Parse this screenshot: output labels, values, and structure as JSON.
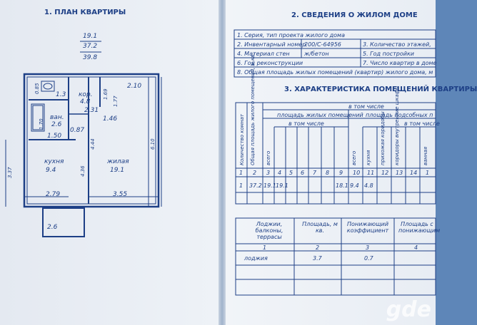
{
  "left": {
    "title": "1. ПЛАН КВАРТИРЫ",
    "area_top": "19.1",
    "area_mid": "37.2",
    "area_bot": "39.8",
    "dims": [
      "0.85",
      "1.3",
      "1.70",
      "1.50",
      "0.87",
      "1.69",
      "1.77",
      "2.10",
      "2.31",
      "1.46",
      "6.10",
      "4.44",
      "4.36",
      "3.37",
      "2.79",
      "3.55",
      "2.6"
    ],
    "rooms": {
      "kor_name": "кор.",
      "kor_area": "4.8",
      "ban_name": "ван.",
      "ban_area": "2.6",
      "kitchen_name": "кухня",
      "kitchen_area": "9.4",
      "living_name": "жилая",
      "living_area": "19.1"
    }
  },
  "right": {
    "section2_title": "2. СВЕДЕНИЯ О ЖИЛОМ ДОМЕ",
    "info": [
      {
        "label": "1. Серия, тип проекта жилого дома",
        "value": "",
        "label2": "",
        "value2": ""
      },
      {
        "label": "2. Инвентарный номер",
        "value": "200/С-64956",
        "label2": "3. Количество этажей,",
        "value2": ""
      },
      {
        "label": "4. Материал стен",
        "value": "ж/бетон",
        "label2": "5. Год постройки",
        "value2": ""
      },
      {
        "label": "6. Год реконструкции",
        "value": "",
        "label2": "7. Число квартир в доме",
        "value2": ""
      },
      {
        "label": "8. Общая площадь жилых помещений (квартир) жилого дома, м",
        "value": "",
        "label2": "",
        "value2": ""
      }
    ],
    "section3_title": "3. ХАРАКТЕРИСТИКА ПОМЕЩЕНИЙ КВАРТИРЫ",
    "t3": {
      "h_rooms": "Количество комнат",
      "h_total": "Общая площадь жилого помещения, м кв.",
      "h_incl": "в том числе",
      "h_living": "площадь жилых помещений",
      "h_incl2": "в том числе",
      "h_vsego": "всего",
      "h_aux": "площадь подсобных п",
      "h_incl3": "в том числе",
      "h_vsego2": "всего",
      "h_kitchen": "кухня",
      "h_hall": "прихожая коридоры",
      "h_closet": "коридоры внутренние шкафы",
      "h_bath": "ванная",
      "colnums": [
        "1",
        "2",
        "3",
        "4",
        "5",
        "6",
        "7",
        "8",
        "9",
        "10",
        "11",
        "12",
        "13",
        "14",
        "1"
      ],
      "row": [
        "1",
        "37.2",
        "19.1",
        "19.1",
        "",
        "",
        "",
        "",
        "18.1",
        "9.4",
        "4.8",
        "",
        "",
        "",
        ""
      ]
    },
    "t4": {
      "h_loggia": "Лоджии, балконы, террасы",
      "h_area": "Площадь, м кв.",
      "h_coef": "Понижающий коэффициент",
      "h_area2": "Площадь с понижающим",
      "nums": [
        "1",
        "2",
        "3",
        "4"
      ],
      "row": {
        "name": "лоджия",
        "area": "3.7",
        "coef": "0.7",
        "area2": ""
      }
    }
  },
  "watermark": "gde"
}
